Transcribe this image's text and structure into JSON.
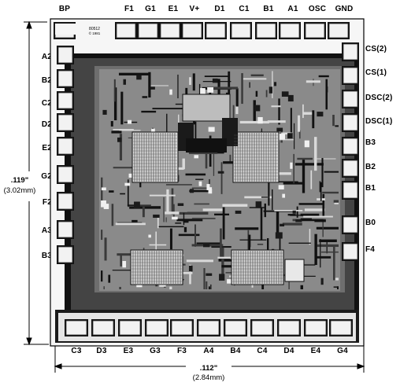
{
  "pins": {
    "top": [
      "BP",
      "F1",
      "G1",
      "E1",
      "V+",
      "D1",
      "C1",
      "B1",
      "A1",
      "OSC",
      "GND"
    ],
    "left": [
      "A2",
      "B2",
      "C2",
      "D2",
      "E2",
      "G2",
      "F2",
      "A3",
      "B3"
    ],
    "right": [
      "CS(2)",
      "CS(1)",
      "DSC(2)",
      "DSC(1)",
      "B3",
      "B2",
      "B1",
      "B0",
      "F4"
    ],
    "bottom": [
      "C3",
      "D3",
      "E3",
      "G3",
      "F3",
      "A4",
      "B4",
      "C4",
      "D4",
      "E4",
      "G4"
    ]
  },
  "dimensions": {
    "height_in": ".119\"",
    "height_mm": "(3.02mm)",
    "width_in": ".112\"",
    "width_mm": "(2.84mm)"
  },
  "die_marking": {
    "code": "80512",
    "copyright": "© 1981"
  },
  "colors": {
    "die_dark": "#0d0d0d",
    "die_mid": "#6a6a6a",
    "die_light": "#d8d8d8",
    "pad": "#f2f2f2",
    "line": "#000000"
  }
}
